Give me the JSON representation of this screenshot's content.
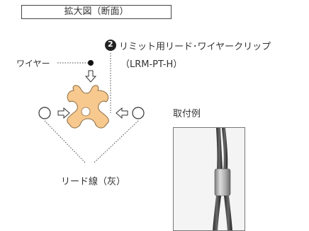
{
  "title": "拡大図（断面）",
  "callout": {
    "number": "2",
    "product_name": "リミット用リード･ワイヤークリップ",
    "model": "（LRM-PT-H）"
  },
  "labels": {
    "wire": "ワイヤー",
    "lead": "リード線（灰）",
    "example": "取付例"
  },
  "colors": {
    "clip_fill": "#f7c98f",
    "clip_stroke": "#8a6a3f",
    "badge": "#222222",
    "line": "#444444"
  }
}
